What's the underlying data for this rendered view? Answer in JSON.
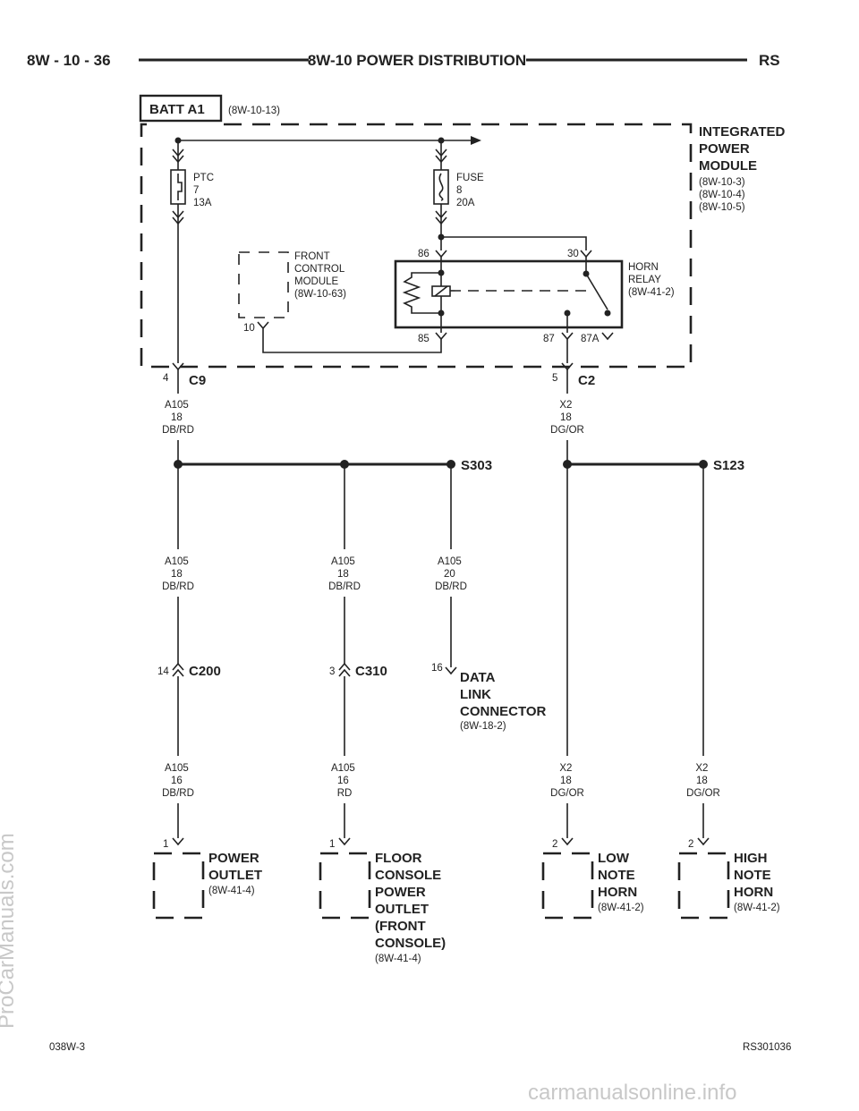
{
  "header": {
    "page_ref": "8W - 10 - 36",
    "title": "8W-10 POWER DISTRIBUTION",
    "vehicle": "RS"
  },
  "footer": {
    "left": "038W-3",
    "right": "RS301036"
  },
  "watermarks": {
    "vertical": "ProCarManuals.com",
    "bottom": "carmanualsonline.info"
  },
  "batt": {
    "label": "BATT A1",
    "ref": "(8W-10-13)"
  },
  "ipm": {
    "lines": [
      "INTEGRATED",
      "POWER",
      "MODULE"
    ],
    "refs": [
      "(8W-10-3)",
      "(8W-10-4)",
      "(8W-10-5)"
    ]
  },
  "ptc": [
    "PTC",
    "7",
    "13A"
  ],
  "fuse": [
    "FUSE",
    "8",
    "20A"
  ],
  "fcm": {
    "lines": [
      "FRONT",
      "CONTROL",
      "MODULE",
      "(8W-10-63)"
    ],
    "pin": "10"
  },
  "relay": {
    "lines": [
      "HORN",
      "RELAY",
      "(8W-41-2)"
    ],
    "pins": {
      "p86": "86",
      "p30": "30",
      "p85": "85",
      "p87": "87",
      "p87a": "87A"
    }
  },
  "c9": {
    "pin": "4",
    "name": "C9"
  },
  "c2": {
    "pin": "5",
    "name": "C2"
  },
  "wires": {
    "w1": [
      "A105",
      "18",
      "DB/RD"
    ],
    "w2": [
      "X2",
      "18",
      "DG/OR"
    ],
    "w3": [
      "A105",
      "18",
      "DB/RD"
    ],
    "w4": [
      "A105",
      "18",
      "DB/RD"
    ],
    "w5": [
      "A105",
      "20",
      "DB/RD"
    ],
    "w6": [
      "A105",
      "16",
      "DB/RD"
    ],
    "w7": [
      "A105",
      "16",
      "RD"
    ],
    "w8": [
      "X2",
      "18",
      "DG/OR"
    ],
    "w9": [
      "X2",
      "18",
      "DG/OR"
    ]
  },
  "splices": {
    "s303": "S303",
    "s123": "S123"
  },
  "c200": {
    "pin": "14",
    "name": "C200"
  },
  "c310": {
    "pin": "3",
    "name": "C310"
  },
  "dlc": {
    "pin": "16",
    "lines": [
      "DATA",
      "LINK",
      "CONNECTOR"
    ],
    "ref": "(8W-18-2)"
  },
  "loads": {
    "power_outlet": {
      "pin": "1",
      "lines": [
        "POWER",
        "OUTLET"
      ],
      "ref": "(8W-41-4)"
    },
    "floor_console": {
      "pin": "1",
      "lines": [
        "FLOOR",
        "CONSOLE",
        "POWER",
        "OUTLET",
        "(FRONT",
        "CONSOLE)"
      ],
      "ref": "(8W-41-4)"
    },
    "low_horn": {
      "pin": "2",
      "lines": [
        "LOW",
        "NOTE",
        "HORN"
      ],
      "ref": "(8W-41-2)"
    },
    "high_horn": {
      "pin": "2",
      "lines": [
        "HIGH",
        "NOTE",
        "HORN"
      ],
      "ref": "(8W-41-2)"
    }
  }
}
